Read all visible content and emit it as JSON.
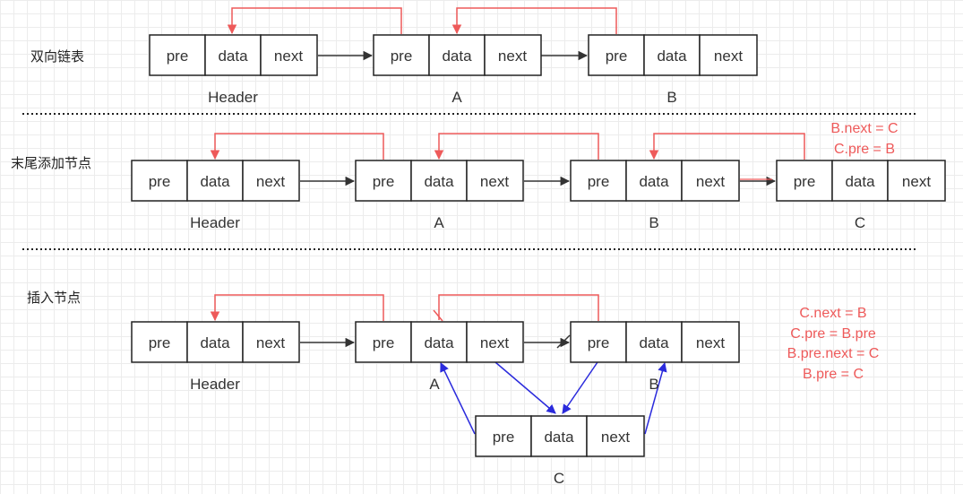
{
  "cell_labels": [
    "pre",
    "data",
    "next"
  ],
  "sections": [
    {
      "title": "双向链表",
      "nodes": [
        {
          "label": "Header"
        },
        {
          "label": "A"
        },
        {
          "label": "B"
        }
      ],
      "notes": []
    },
    {
      "title": "末尾添加节点",
      "nodes": [
        {
          "label": "Header"
        },
        {
          "label": "A"
        },
        {
          "label": "B"
        },
        {
          "label": "C"
        }
      ],
      "notes": [
        "B.next = C",
        "C.pre = B"
      ]
    },
    {
      "title": "插入节点",
      "nodes": [
        {
          "label": "Header"
        },
        {
          "label": "A"
        },
        {
          "label": "B"
        },
        {
          "label": "C"
        }
      ],
      "notes": [
        "C.next = B",
        "C.pre = B.pre",
        "B.pre.next = C",
        "B.pre = C"
      ]
    }
  ],
  "colors": {
    "pre_link": "#ee5a5a",
    "next_link": "#333333",
    "insert_link": "#2b2bdc",
    "note": "#ee5a5a"
  }
}
